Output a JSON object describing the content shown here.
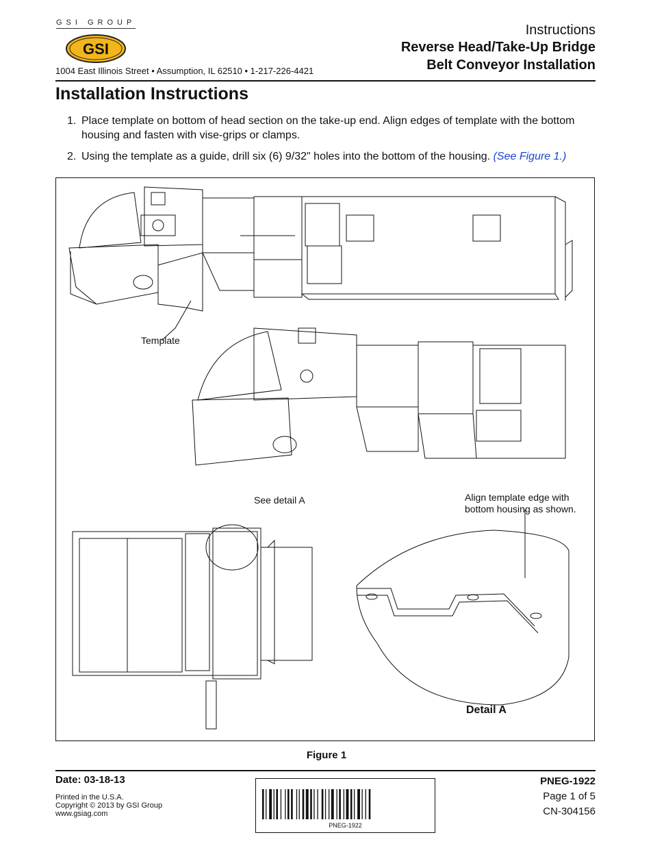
{
  "header": {
    "company_banner": "GSI GROUP",
    "logo_text": "GSI",
    "address": "1004 East Illinois Street • Assumption, IL 62510 • 1-217-226-4421",
    "doc_type": "Instructions",
    "title_line1": "Reverse Head/Take-Up Bridge",
    "title_line2": "Belt Conveyor Installation"
  },
  "section_title": "Installation Instructions",
  "steps": [
    {
      "num": "1.",
      "text": "Place template on bottom of head section on the take-up end. Align edges of template with the bottom housing and fasten with vise-grips or clamps."
    },
    {
      "num": "2.",
      "text": "Using the template as a guide, drill six (6) 9/32\" holes into the bottom of the housing.",
      "link": "(See Figure 1.)"
    }
  ],
  "figure": {
    "callout_template": "Template",
    "callout_detail": "See detail A",
    "callout_align_line1": "Align template edge with",
    "callout_align_line2": "bottom housing as shown.",
    "detail_label": "Detail A",
    "caption": "Figure 1"
  },
  "footer": {
    "date": "Date: 03-18-13",
    "printed": "Printed in the U.S.A.",
    "copyright": "Copyright © 2013 by GSI Group",
    "website": "www.gsiag.com",
    "barcode_text": "PNEG-1922",
    "doc_number": "PNEG-1922",
    "page": "Page 1 of 5",
    "cn": "CN-304156"
  },
  "colors": {
    "logo_fill": "#f2b51b",
    "link": "#1a44cc",
    "ink": "#111111"
  }
}
